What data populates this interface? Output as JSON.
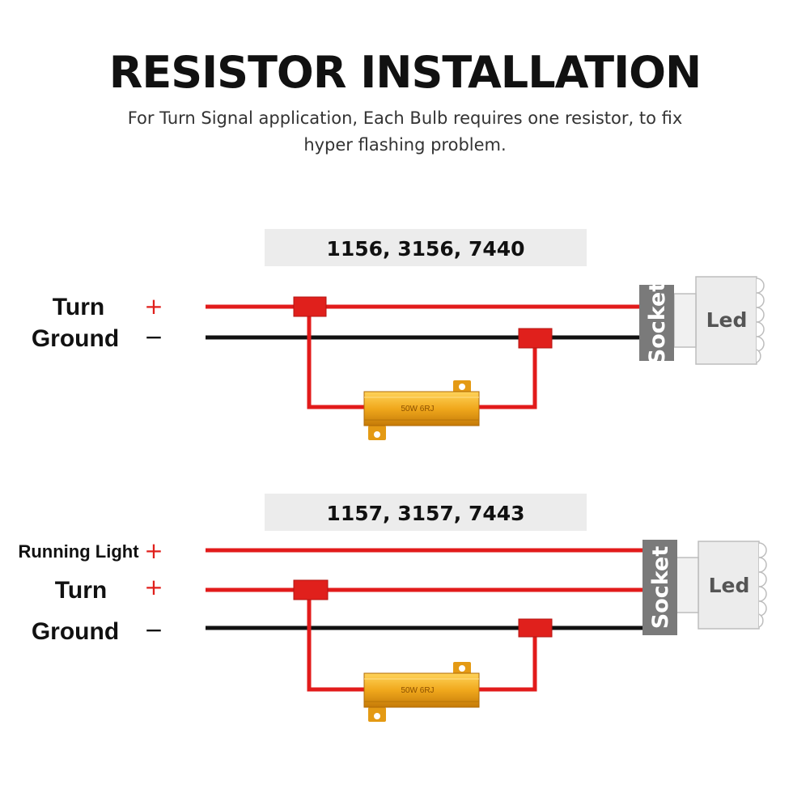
{
  "header": {
    "title": "RESISTOR INSTALLATION",
    "subtitle": "For Turn Signal application, Each Bulb requires one resistor, to fix hyper flashing problem."
  },
  "diagram_1": {
    "models": "1156, 3156, 7440",
    "turn_label": "Turn",
    "turn_sign": "+",
    "ground_label": "Ground",
    "ground_sign": "−",
    "socket_label": "Socket",
    "led_label": "Led",
    "resistor_label": "50W 6RJ"
  },
  "diagram_2": {
    "models": "1157, 3157, 7443",
    "running_label": "Running Light",
    "running_sign": "+",
    "turn_label": "Turn",
    "turn_sign": "+",
    "ground_label": "Ground",
    "ground_sign": "−",
    "socket_label": "Socket",
    "led_label": "Led",
    "resistor_label": "50W 6RJ"
  },
  "colors": {
    "positive_wire": "#e21b1b",
    "ground_wire": "#111111",
    "connector": "#e0201c",
    "resistor_body": "#f0a81c",
    "socket": "#7a7a7a",
    "led_body": "#ececec",
    "model_banner": "#ececec"
  }
}
